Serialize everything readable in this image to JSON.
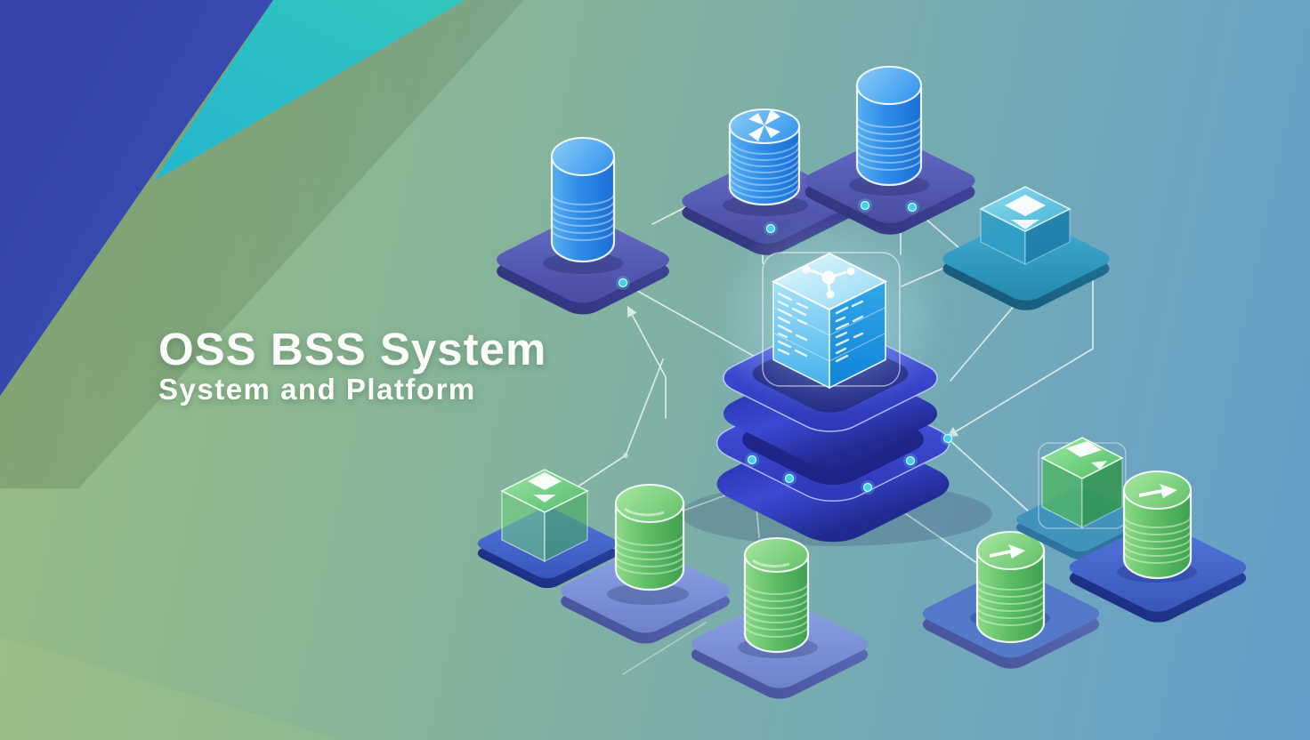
{
  "scene": {
    "title": "OSS BSS System",
    "subtitle": "System and Platform"
  },
  "palette": {
    "background_left": "#9abc84",
    "background_right": "#639dc8",
    "triangle_blue": "#3a5cc0",
    "triangle_teal": "#2cc0c4",
    "platform_purple": "#5156b2",
    "platform_periwinkle": "#7b90da",
    "platform_royal_blue": "#3341c6",
    "cylinder_blue": "#2e8de8",
    "cylinder_green": "#5cbc63",
    "cube_teal": "#44b2d6",
    "cube_green": "#56c268",
    "core_glow_cube": "#8fd9f5",
    "connector_line": "#ecf8f3",
    "node_dot": "#3fd2f0",
    "title_text": "#fafdf9"
  },
  "diagram": {
    "core": {
      "name": "core-platform-stack",
      "cube": "glowing-core-cube",
      "cube_icon": "network-hub-icon",
      "platform_layers": 2
    },
    "nodes": [
      {
        "name": "database-blue-left",
        "type": "database",
        "color": "blue",
        "platform": "purple"
      },
      {
        "name": "database-blue-middle",
        "type": "database",
        "color": "blue",
        "platform": "purple",
        "icon": "pinwheel-arrows-icon"
      },
      {
        "name": "database-blue-right",
        "type": "database",
        "color": "blue",
        "platform": "purple"
      },
      {
        "name": "cube-teal-right",
        "type": "module-cube",
        "color": "teal",
        "platform": "teal",
        "icon": "layers-download-icon"
      },
      {
        "name": "cube-green-left",
        "type": "module-cube",
        "color": "green",
        "platform": "blue",
        "icon": "layers-download-icon"
      },
      {
        "name": "database-green-left",
        "type": "database",
        "color": "green",
        "platform": "periwinkle"
      },
      {
        "name": "database-green-middle",
        "type": "database",
        "color": "green",
        "platform": "periwinkle"
      },
      {
        "name": "database-green-right",
        "type": "database",
        "color": "green",
        "platform": "blue",
        "icon": "arrow-right-icon"
      },
      {
        "name": "cube-green-right",
        "type": "module-cube",
        "color": "green",
        "platform": "teal-blue",
        "icon": "document-icon"
      },
      {
        "name": "database-green-far-right",
        "type": "database",
        "color": "green",
        "platform": "royal-blue",
        "icon": "arrow-right-icon"
      }
    ],
    "connector_nodes": 9,
    "style": "isometric network illustration"
  }
}
